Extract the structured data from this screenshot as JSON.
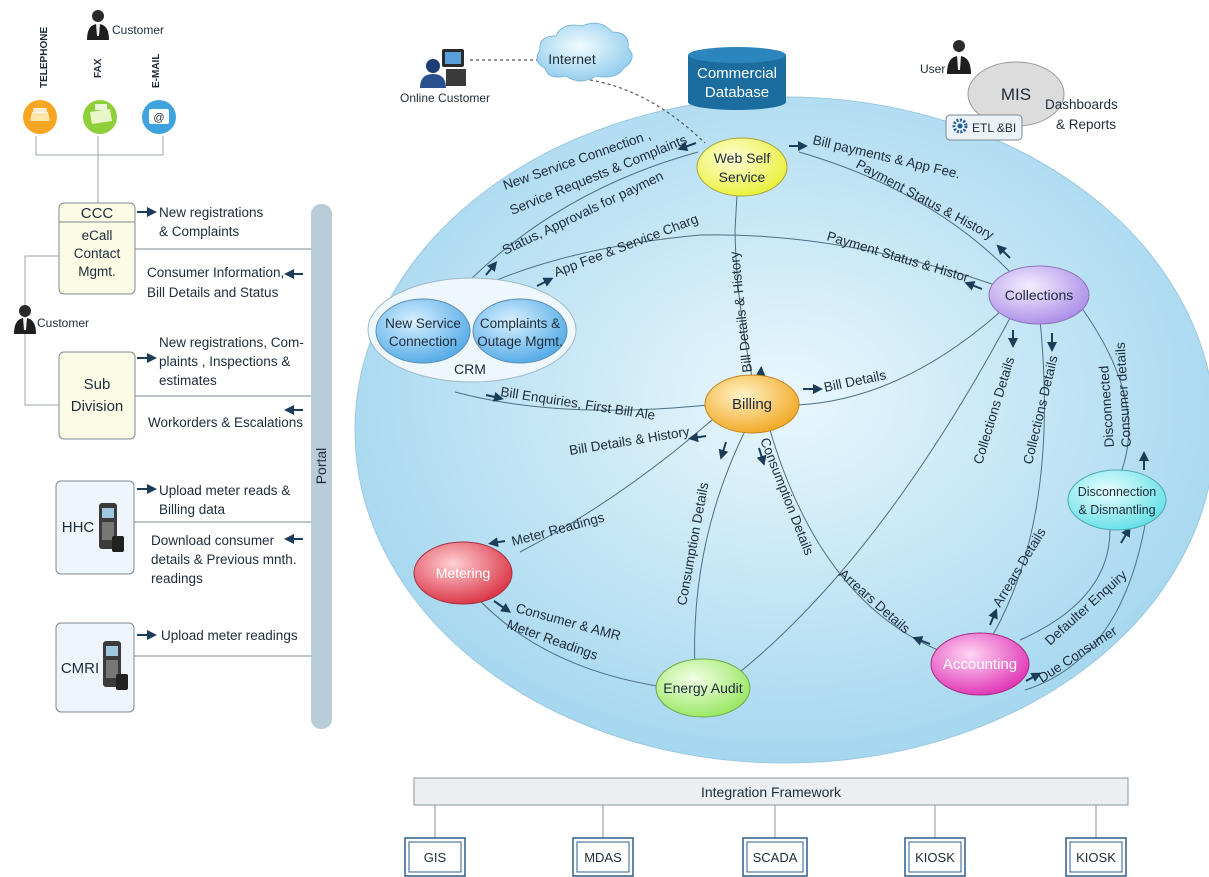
{
  "left_panel": {
    "channels": [
      {
        "label": "TELEPHONE",
        "icon": "telephone-icon"
      },
      {
        "label": "FAX",
        "icon": "fax-icon"
      },
      {
        "label": "E-MAIL",
        "icon": "email-icon"
      }
    ],
    "customer_top": "Customer",
    "customer_mid": "Customer",
    "ccc": {
      "title": "CCC",
      "lines": [
        "eCall",
        "Contact",
        "Mgmt."
      ]
    },
    "sub_division": {
      "lines": [
        "Sub",
        "Division"
      ]
    },
    "hhc": "HHC",
    "cmri": "CMRI",
    "portal": "Portal",
    "flows": {
      "ccc_in": [
        "New registrations",
        "& Complaints"
      ],
      "ccc_out": [
        "Consumer Information,",
        "Bill Details and  Status"
      ],
      "sub_in": [
        "New registrations, Com-",
        "plaints , Inspections &",
        "estimates"
      ],
      "sub_out": [
        "Workorders & Escalations"
      ],
      "hhc_in": [
        "Upload meter reads &",
        "Billing data"
      ],
      "hhc_out": [
        "Download consumer",
        "details & Previous mnth.",
        "readings"
      ],
      "cmri_in": [
        "Upload meter readings"
      ]
    }
  },
  "top": {
    "online_customer": "Online Customer",
    "internet": "Internet",
    "database": [
      "Commercial",
      "Database"
    ],
    "user": "User",
    "mis": "MIS",
    "etl": "ETL &BI",
    "dashboards": [
      "Dashboards",
      "& Reports"
    ]
  },
  "nodes": {
    "web_self_service": [
      "Web Self",
      "Service"
    ],
    "collections": "Collections",
    "crm": "CRM",
    "new_service": [
      "New Service",
      "Connection"
    ],
    "complaints": [
      "Complaints &",
      "Outage Mgmt."
    ],
    "billing": "Billing",
    "metering": "Metering",
    "energy_audit": "Energy Audit",
    "accounting": "Accounting",
    "disconnection": [
      "Disconnection",
      "& Dismantling"
    ]
  },
  "flow_labels": {
    "new_service_conn": "New Service Connection ,",
    "service_requests": "Service Requests & Complaints",
    "status_approvals": "Status, Approvals for payment",
    "app_fee": "App Fee & Service Charges",
    "bill_payments": "Bill payments & App Fee.",
    "payment_status_1": "Payment Status & History",
    "payment_status_2": "Payment Status & History",
    "bill_details_history_v": "Bill Details & History",
    "bill_details": "Bill Details",
    "bill_enquiries": "Bill Enquiries, First Bill Alert",
    "bill_details_history": "Bill Details & History",
    "collections_details_1": "Collections Details",
    "collections_details_2": "Collections Details",
    "disconnected_1": "Disconnected",
    "disconnected_2": "Consumer details",
    "meter_readings": "Meter Readings",
    "consumption_1": "Consumption Details",
    "consumption_2": "Consumption Details",
    "consumer_amr_1": "Consumer & AMR",
    "consumer_amr_2": "Meter Readings",
    "arrears_1": "Arrears Details",
    "arrears_2": "Arrears Details",
    "defaulter": "Defaulter Enquiry",
    "due_consumer": "Due Consumer"
  },
  "bottom": {
    "integration": "Integration Framework",
    "systems": [
      "GIS",
      "MDAS",
      "SCADA",
      "KIOSK",
      "KIOSK"
    ]
  },
  "colors": {
    "ellipse_fill": "#bfe3f5",
    "portal": "#b9cdd9",
    "web_self_service": "#f2f56a",
    "collections": "#c9b4f0",
    "billing": "#f4b942",
    "metering": "#e24a5a",
    "energy_audit": "#b8f08a",
    "accounting": "#e83fbf",
    "disconnection": "#7fe9ec",
    "database": "#1a6d9e"
  }
}
